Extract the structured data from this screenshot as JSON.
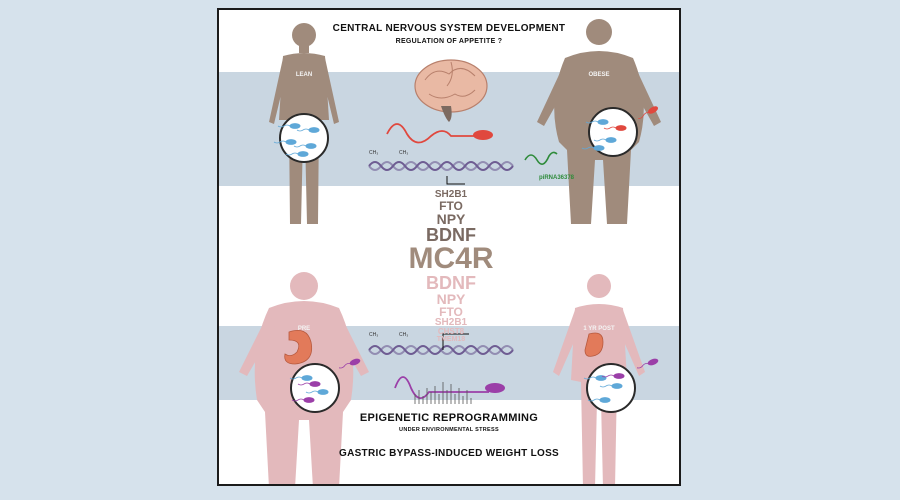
{
  "title": "CENTRAL NERVOUS SYSTEM DEVELOPMENT",
  "subtitle": "REGULATION OF APPETITE ?",
  "figures": {
    "lean": "LEAN",
    "obese": "OBESE",
    "pre": "PRE",
    "post": "1 YR POST"
  },
  "pirna": "piRNA36378",
  "methyl": "CH₃",
  "genes_top": [
    "SH2B1",
    "FTO",
    "NPY",
    "BDNF"
  ],
  "gene_center": "MC4R",
  "genes_bottom": [
    "BDNF",
    "NPY",
    "FTO",
    "SH2B1",
    "CHST8",
    "TMEM18"
  ],
  "epigenetic": "EPIGENETIC REPROGRAMMING",
  "environment": "UNDER ENVIRONMENTAL STRESS",
  "gastric": "GASTRIC BYPASS-INDUCED WEIGHT LOSS",
  "colors": {
    "background": "#d6e2ec",
    "band": "#c9d6e1",
    "figure_brown": "#a08b7c",
    "figure_pink": "#e3b9bc",
    "sperm_red": "#e0483e",
    "sperm_purple": "#9b3fa8",
    "dna": "#6e5c92",
    "pirna_green": "#2e8b3a"
  }
}
